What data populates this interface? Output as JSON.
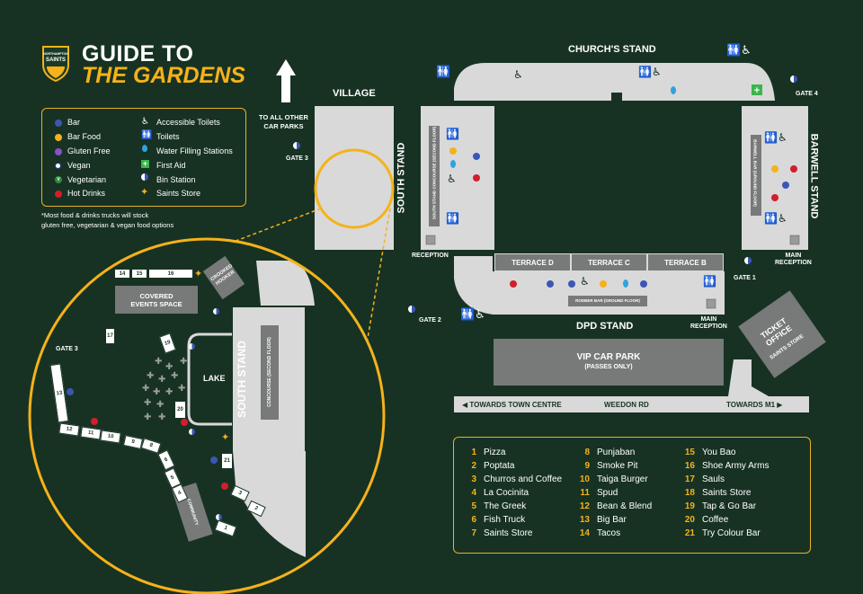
{
  "logo": {
    "line1": "NORTHAMPTON",
    "line2": "SAINTS"
  },
  "title": {
    "line1": "GUIDE TO",
    "line2": "THE GARDENS"
  },
  "legend": {
    "left": [
      {
        "label": "Bar",
        "color": "#3a57b6"
      },
      {
        "label": "Bar Food",
        "color": "#f5b21a"
      },
      {
        "label": "Gluten Free",
        "color": "#8a4fc9"
      },
      {
        "label": "Vegan",
        "color": "#ffffff"
      },
      {
        "label": "Vegetarian",
        "color": "#2e8b3b"
      },
      {
        "label": "Hot Drinks",
        "color": "#d21e2b"
      }
    ],
    "right": [
      {
        "label": "Accessible Toilets",
        "icon": "wheelchair-icon"
      },
      {
        "label": "Toilets",
        "icon": "toilets-icon"
      },
      {
        "label": "Water Filling Stations",
        "icon": "water-drop-icon"
      },
      {
        "label": "First Aid",
        "icon": "first-aid-icon"
      },
      {
        "label": "Bin Station",
        "icon": "bin-icon"
      },
      {
        "label": "Saints Store",
        "icon": "star-icon"
      }
    ],
    "vegan_mark": "V"
  },
  "note": {
    "line1": "*Most food & drinks trucks will stock",
    "line2": "gluten free, vegetarian & vegan food options"
  },
  "map": {
    "to_car_parks_1": "TO ALL OTHER",
    "to_car_parks_2": "CAR PARKS",
    "village": "VILLAGE",
    "gate3": "GATE 3",
    "gate2": "GATE 2",
    "gate1": "GATE 1",
    "gate4": "GATE 4",
    "churchs_stand": "CHURCH'S STAND",
    "south_stand": "SOUTH STAND",
    "south_concourse": "SOUTH STAND CONCOURSE (SECOND FLOOR)",
    "barwell_stand": "BARWELL STAND",
    "barwell_bar": "BARWELL BAR (GROUND FLOOR)",
    "reception": "RECEPTION",
    "main_reception_1": "MAIN",
    "main_reception_2": "RECEPTION",
    "terrace_d": "TERRACE D",
    "terrace_c": "TERRACE C",
    "terrace_b": "TERRACE B",
    "rodber_bar": "RODBER BAR (GROUND FLOOR)",
    "dpd_stand": "DPD STAND",
    "ticket_office_1": "TICKET",
    "ticket_office_2": "OFFICE",
    "ticket_store": "SAINTS STORE",
    "vip_car_park": "VIP CAR PARK",
    "vip_passes": "(PASSES ONLY)",
    "towards_town": "TOWARDS TOWN CENTRE",
    "weedon_rd": "WEEDON RD",
    "towards_m1": "TOWARDS M1"
  },
  "zoom": {
    "covered_1": "COVERED",
    "covered_2": "EVENTS SPACE",
    "crooked_1": "CROOKED",
    "crooked_2": "HOOKER",
    "lake": "LAKE",
    "south_stand": "SOUTH STAND",
    "concourse": "CONCOURSE (SECOND FLOOR)",
    "gate3": "GATE 3",
    "community": "COMMUNITY",
    "stalls": [
      "1",
      "2",
      "3",
      "4",
      "5",
      "6",
      "8",
      "9",
      "10",
      "11",
      "12",
      "13",
      "14",
      "15",
      "16",
      "17",
      "19",
      "20",
      "21"
    ]
  },
  "places": [
    {
      "num": "1",
      "name": "Pizza"
    },
    {
      "num": "2",
      "name": "Poptata"
    },
    {
      "num": "3",
      "name": "Churros and Coffee"
    },
    {
      "num": "4",
      "name": "La Cocinita"
    },
    {
      "num": "5",
      "name": "The Greek"
    },
    {
      "num": "6",
      "name": "Fish Truck"
    },
    {
      "num": "7",
      "name": "Saints Store"
    },
    {
      "num": "8",
      "name": "Punjaban"
    },
    {
      "num": "9",
      "name": "Smoke Pit"
    },
    {
      "num": "10",
      "name": "Taiga Burger"
    },
    {
      "num": "11",
      "name": "Spud"
    },
    {
      "num": "12",
      "name": "Bean & Blend"
    },
    {
      "num": "13",
      "name": "Big Bar"
    },
    {
      "num": "14",
      "name": "Tacos"
    },
    {
      "num": "15",
      "name": "You Bao"
    },
    {
      "num": "16",
      "name": "Shoe Army Arms"
    },
    {
      "num": "17",
      "name": "Sauls"
    },
    {
      "num": "18",
      "name": "Saints Store"
    },
    {
      "num": "19",
      "name": "Tap & Go Bar"
    },
    {
      "num": "20",
      "name": "Coffee"
    },
    {
      "num": "21",
      "name": "Try Colour Bar"
    }
  ]
}
